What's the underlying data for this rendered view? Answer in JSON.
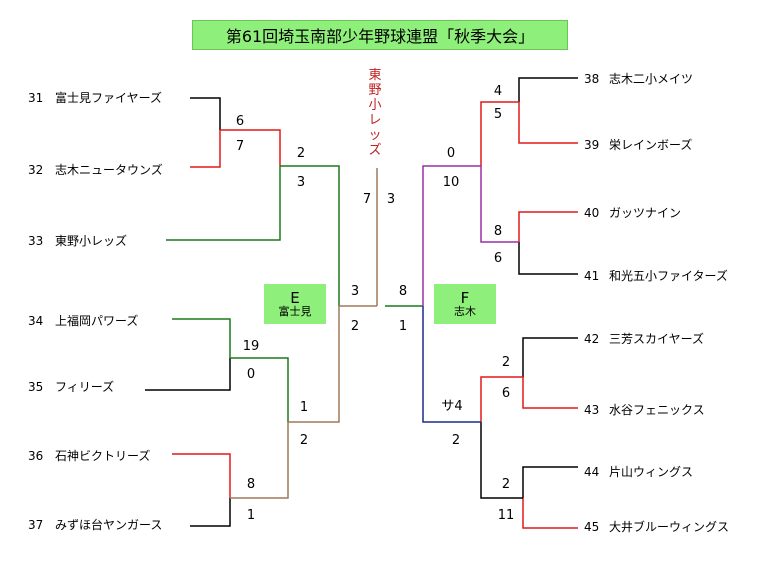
{
  "title": "第61回埼玉南部少年野球連盟「秋季大会」",
  "champion": "東野小レッズ",
  "blocks": [
    {
      "label": "E",
      "venue": "富士見"
    },
    {
      "label": "F",
      "venue": "志木"
    }
  ],
  "teams": [
    {
      "no": "31",
      "name": "富士見ファイヤーズ"
    },
    {
      "no": "32",
      "name": "志木ニュータウンズ"
    },
    {
      "no": "33",
      "name": "東野小レッズ"
    },
    {
      "no": "34",
      "name": "上福岡パワーズ"
    },
    {
      "no": "35",
      "name": "フィリーズ"
    },
    {
      "no": "36",
      "name": "石神ビクトリーズ"
    },
    {
      "no": "37",
      "name": "みずほ台ヤンガース"
    },
    {
      "no": "38",
      "name": "志木二小メイツ"
    },
    {
      "no": "39",
      "name": "栄レインボーズ"
    },
    {
      "no": "40",
      "name": "ガッツナイン"
    },
    {
      "no": "41",
      "name": "和光五小ファイターズ"
    },
    {
      "no": "42",
      "name": "三芳スカイヤーズ"
    },
    {
      "no": "43",
      "name": "水谷フェニックス"
    },
    {
      "no": "44",
      "name": "片山ウィングス"
    },
    {
      "no": "45",
      "name": "大井ブルーウィングス"
    }
  ],
  "scores": {
    "m31_32": [
      "6",
      "7"
    ],
    "m_w_33": [
      "2",
      "3"
    ],
    "m34_35": [
      "19",
      "0"
    ],
    "m36_37": [
      "8",
      "1"
    ],
    "m_e_bottom": [
      "1",
      "2"
    ],
    "e_final": [
      "3",
      "2"
    ],
    "m38_39": [
      "4",
      "5"
    ],
    "m40_41": [
      "8",
      "6"
    ],
    "f_top": [
      "0",
      "10"
    ],
    "m42_43": [
      "2",
      "6"
    ],
    "m44_45": [
      "2",
      "11"
    ],
    "f_bottom": [
      "サ4",
      "2"
    ],
    "f_final": [
      "8",
      "1"
    ],
    "final": [
      "7",
      "3"
    ]
  },
  "colors": {
    "title_bg": "#8ef07a",
    "line_default": "#000000",
    "red": "#e01818",
    "green": "#1a7a1a",
    "brown": "#a0785a",
    "purple": "#9a2ea8",
    "navy": "#1c2a8c",
    "champion_text": "#c02020"
  }
}
